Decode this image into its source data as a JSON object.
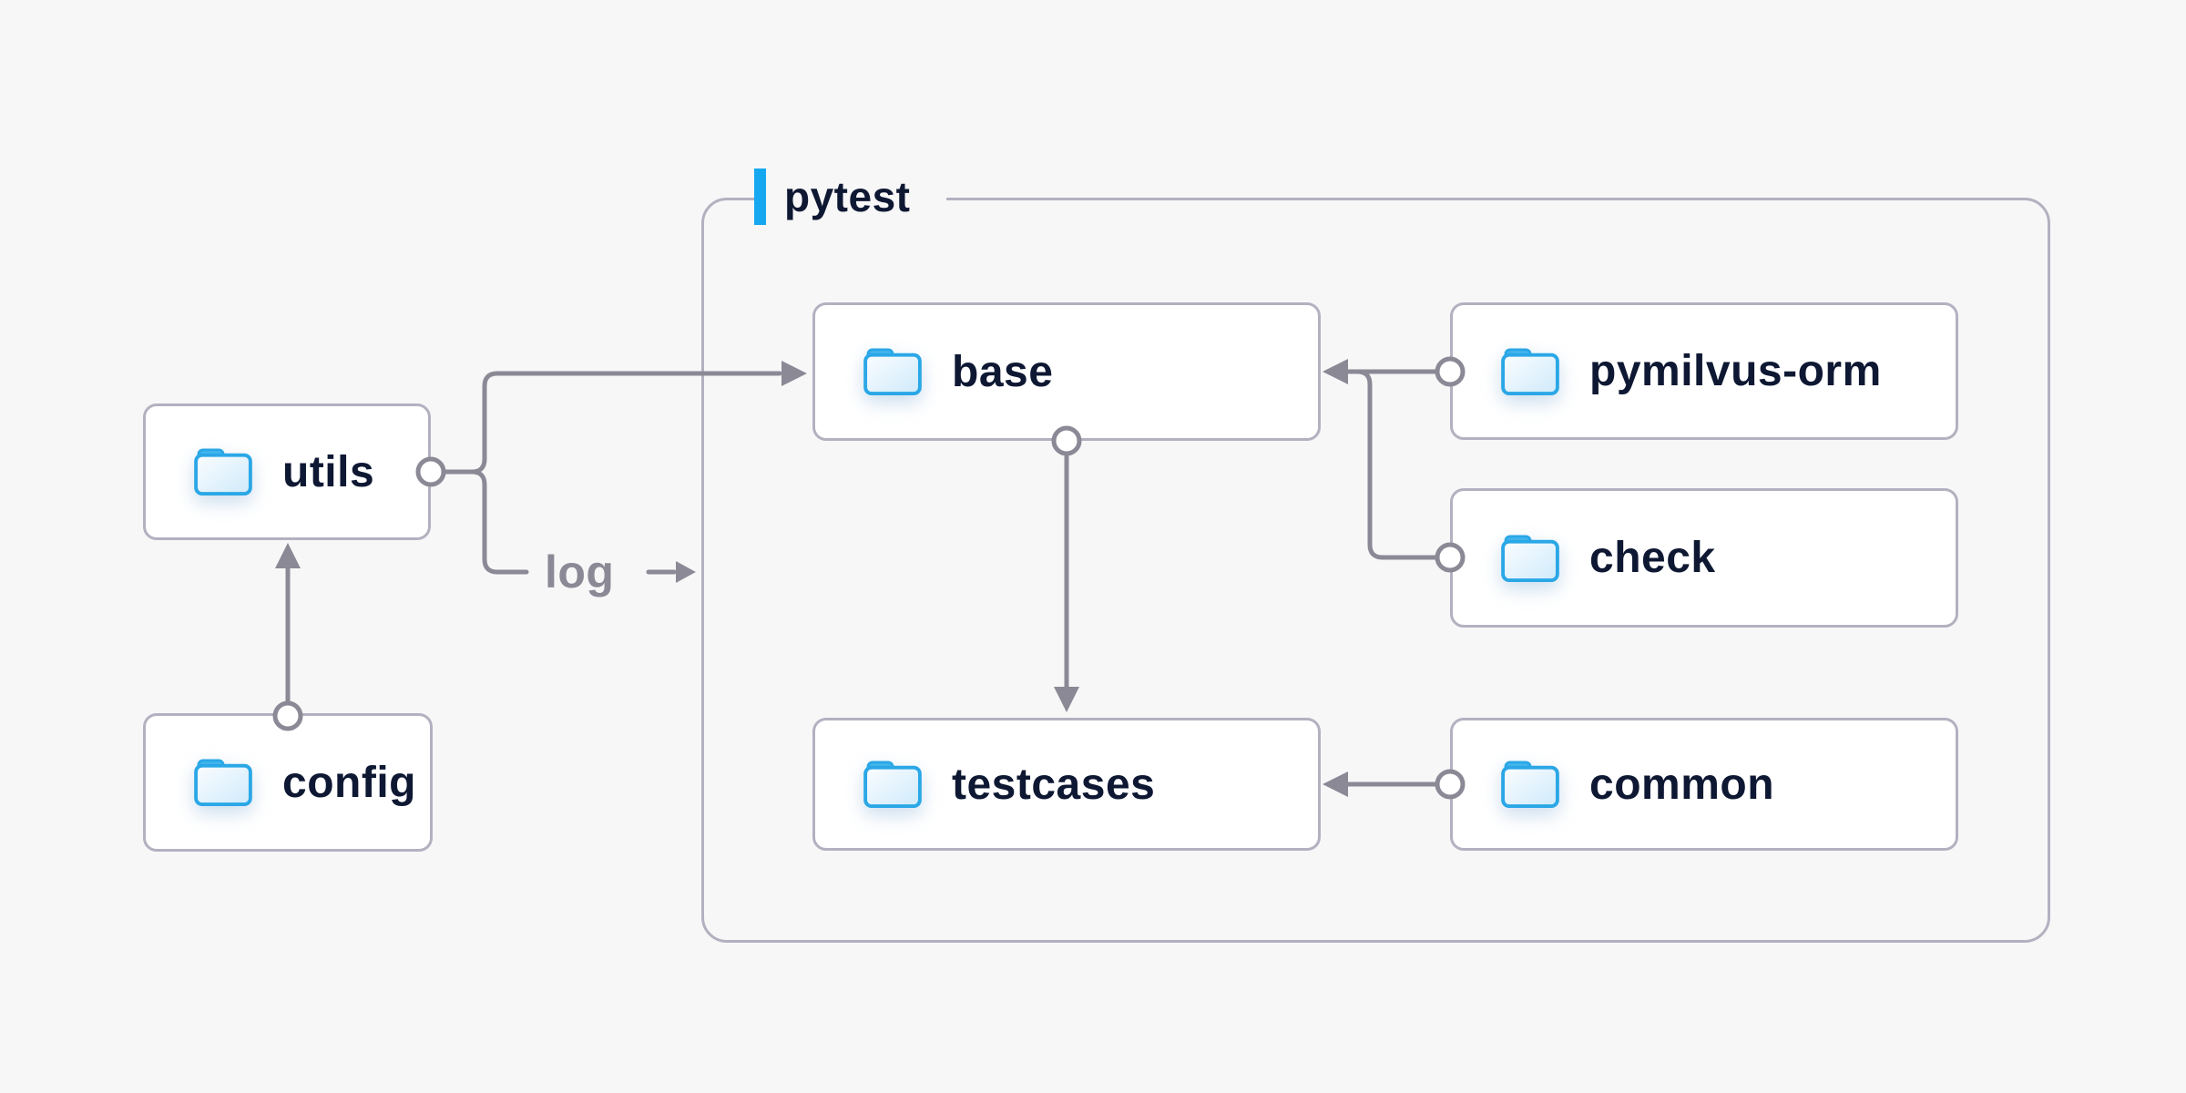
{
  "container": {
    "label": "pytest"
  },
  "nodes": [
    {
      "id": "utils",
      "label": "utils",
      "icon": "folder-icon",
      "group": null
    },
    {
      "id": "config",
      "label": "config",
      "icon": "folder-icon",
      "group": null
    },
    {
      "id": "base",
      "label": "base",
      "icon": "folder-icon",
      "group": "pytest"
    },
    {
      "id": "pymilvus-orm",
      "label": "pymilvus-orm",
      "icon": "folder-icon",
      "group": "pytest"
    },
    {
      "id": "check",
      "label": "check",
      "icon": "folder-icon",
      "group": "pytest"
    },
    {
      "id": "testcases",
      "label": "testcases",
      "icon": "folder-icon",
      "group": "pytest"
    },
    {
      "id": "common",
      "label": "common",
      "icon": "folder-icon",
      "group": "pytest"
    }
  ],
  "edges": [
    {
      "from": "config",
      "to": "utils",
      "label": ""
    },
    {
      "from": "utils",
      "to": "base",
      "label": ""
    },
    {
      "from": "utils",
      "to": "log",
      "label": "log"
    },
    {
      "from": "pymilvus-orm",
      "to": "base",
      "label": ""
    },
    {
      "from": "check",
      "to": "base",
      "label": ""
    },
    {
      "from": "base",
      "to": "testcases",
      "label": ""
    },
    {
      "from": "common",
      "to": "testcases",
      "label": ""
    }
  ],
  "edge_label": {
    "log": "log"
  },
  "colors": {
    "page_bg": "#f7f7f8",
    "node_bg": "#ffffff",
    "border_gray": "#b3b1c0",
    "line_gray": "#8b8995",
    "text_dark": "#0e1833",
    "text_gray": "#8b8995",
    "accent_blue": "#15a8f0",
    "folder_blue": "#2aa7e6"
  }
}
